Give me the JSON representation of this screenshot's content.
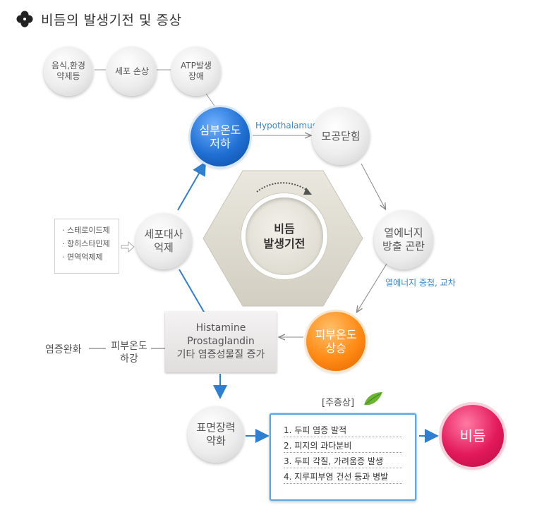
{
  "header": {
    "title": "비듬의 발생기전 및 증상"
  },
  "causes": [
    {
      "line1": "음식,환경",
      "line2": "약제등"
    },
    {
      "line1": "세포 손상",
      "line2": ""
    },
    {
      "line1": "ATP발생",
      "line2": "장애"
    }
  ],
  "nodes": {
    "core_temp": {
      "line1": "심부온도",
      "line2": "저하"
    },
    "pore": {
      "line1": "모공닫힘",
      "line2": ""
    },
    "heat": {
      "line1": "열에너지",
      "line2": "방출 곤란"
    },
    "skin_temp_up": {
      "line1": "피부온도",
      "line2": "상승"
    },
    "metab": {
      "line1": "세포대사",
      "line2": "억제"
    },
    "surface": {
      "line1": "표면장력",
      "line2": "약화"
    },
    "dandruff": {
      "line1": "비듬"
    }
  },
  "center": {
    "line1": "비듬",
    "line2": "발생기전"
  },
  "labels": {
    "hypothalamus": "Hypothalamus",
    "heat_note": "열에너지 중첩, 교차",
    "relief": "염증완화",
    "skin_temp_down_1": "피부온도",
    "skin_temp_down_2": "하강"
  },
  "drugs": [
    "· 스테로이드제",
    "· 항히스타민제",
    "· 면역억제제"
  ],
  "histamine": {
    "line1": "Histamine",
    "line2": "Prostaglandin",
    "line3": "기타 염증성물질 증가"
  },
  "symptoms": {
    "title": "[주증상]",
    "items": [
      "1. 두피 염증 발적",
      "2. 피지의 과다분비",
      "3. 두피 각질, 가려움증 발생",
      "4. 지루피부염 건선 등과 병발"
    ]
  },
  "colors": {
    "blue": "#1f6fd3",
    "orange": "#ff8a14",
    "pink": "#e3195b",
    "arrow_blue": "#2f7fd0",
    "arrow_grey": "#888888"
  }
}
